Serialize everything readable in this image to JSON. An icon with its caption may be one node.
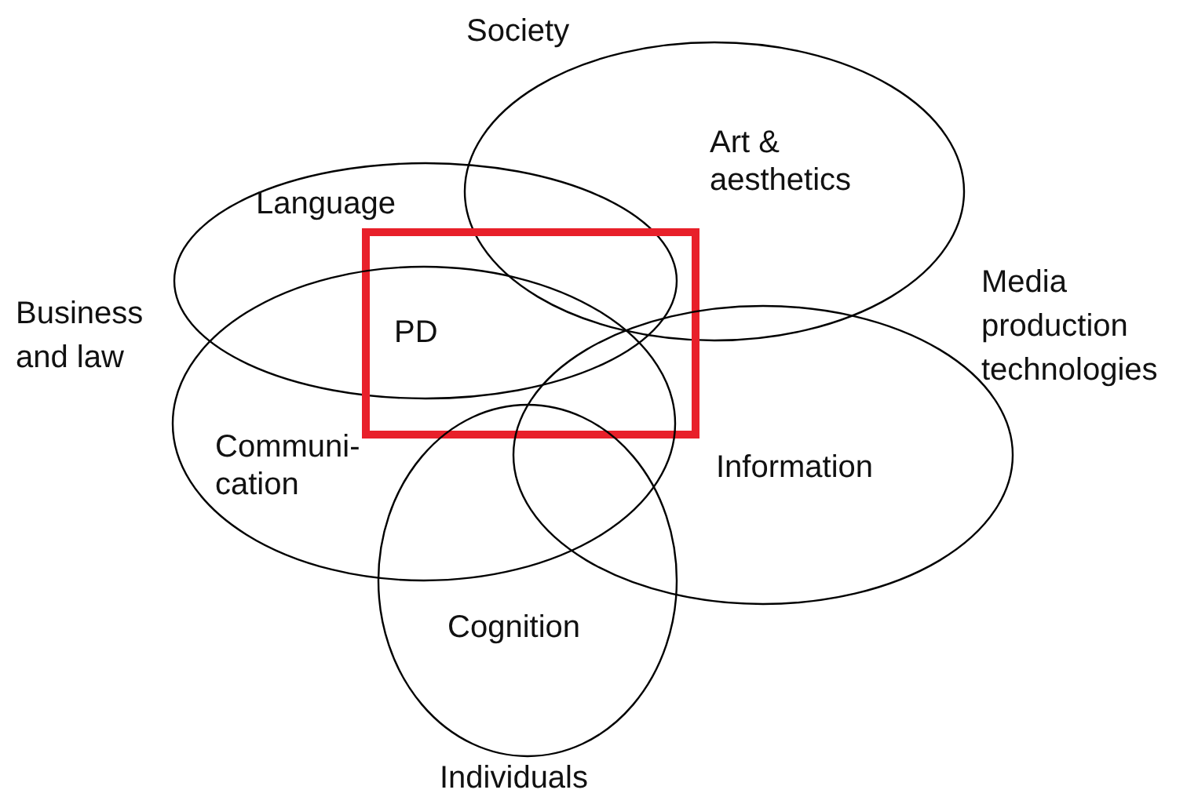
{
  "diagram": {
    "nodes": [
      {
        "text": [
          "Language"
        ]
      },
      {
        "text": [
          "Art & aesthetics"
        ]
      },
      {
        "text": [
          "PD"
        ]
      },
      {
        "text": [
          "Communi- cation"
        ]
      },
      {
        "text": [
          "Information"
        ]
      },
      {
        "text": [
          "Cognition"
        ]
      }
    ],
    "labels": [
      "Society",
      "Business and law",
      "Media production technologies",
      "Individuals"
    ]
  }
}
